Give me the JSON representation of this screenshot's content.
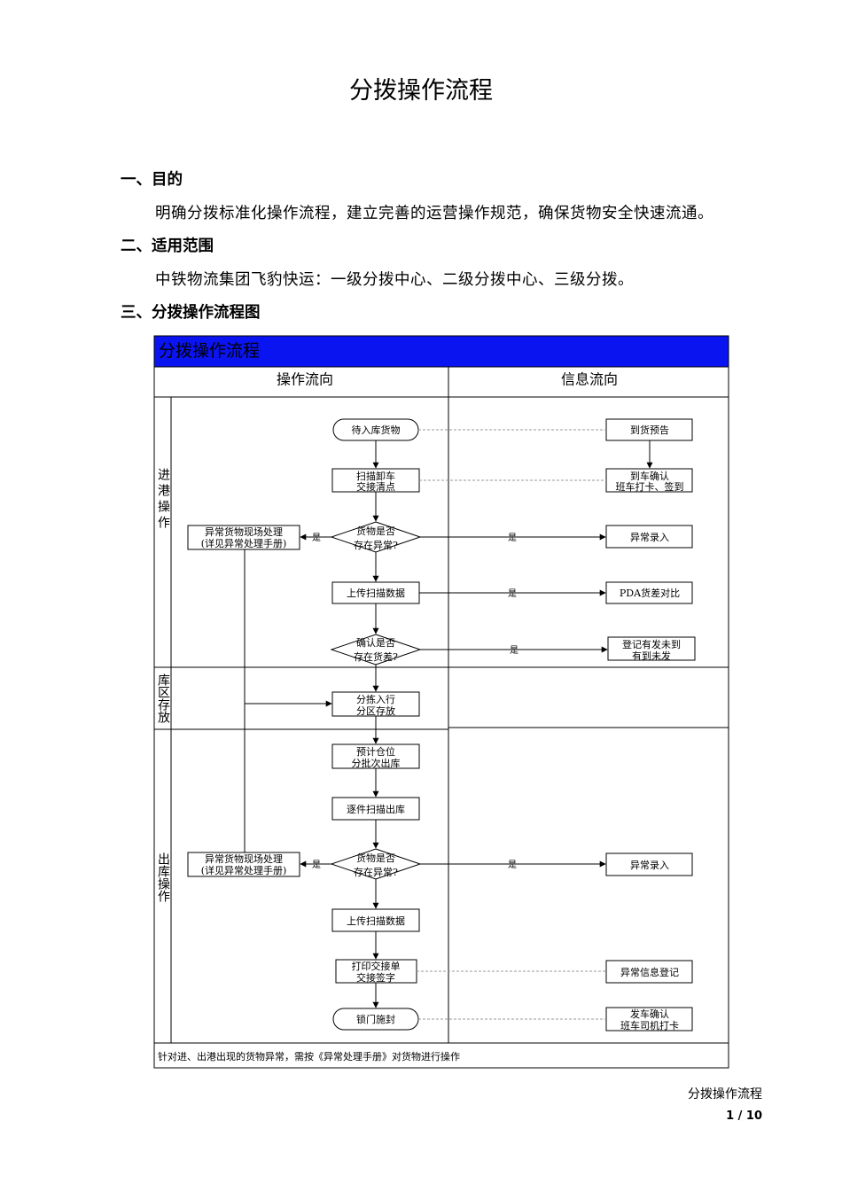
{
  "title": "分拨操作流程",
  "sections": [
    {
      "heading": "一、目的",
      "body": "明确分拨标准化操作流程，建立完善的运营操作规范，确保货物安全快速流通。"
    },
    {
      "heading": "二、适用范围",
      "body": "中铁物流集团飞豹快运：一级分拨中心、二级分拨中心、三级分拨。"
    },
    {
      "heading": "三、分拨操作流程图",
      "body": ""
    }
  ],
  "flowchart": {
    "banner": "分拨操作流程",
    "banner_color": "#0A14F0",
    "col_operation": "操作流向",
    "col_info": "信息流向",
    "lanes": {
      "inbound": "进港操作",
      "storage": "库区存放",
      "outbound": "出库操作"
    },
    "nodes": {
      "pending_goods": "待入库货物",
      "scan_unload_1": "扫描卸车",
      "scan_unload_2": "交接清点",
      "check_abnormal_in_1": "货物是否",
      "check_abnormal_in_2": "存在异常?",
      "upload_scan_in": "上传扫描数据",
      "check_diff_1": "确认是否",
      "check_diff_2": "存在货差?",
      "exception_in_1": "异常货物现场处理",
      "exception_in_2": "(详见异常处理手册)",
      "sort_store_1": "分拣入行",
      "sort_store_2": "分区存放",
      "plan_out_1": "预计仓位",
      "plan_out_2": "分批次出库",
      "scan_out": "逐件扫描出库",
      "check_abnormal_out_1": "货物是否",
      "check_abnormal_out_2": "存在异常?",
      "exception_out_1": "异常货物现场处理",
      "exception_out_2": "(详见异常处理手册)",
      "upload_scan_out": "上传扫描数据",
      "print_handover_1": "打印交接单",
      "print_handover_2": "交接签字",
      "lock_seal": "锁门施封",
      "arrival_notice": "到货预告",
      "arrival_confirm_1": "到车确认",
      "arrival_confirm_2": "班车打卡、签到",
      "exception_entry_in": "异常录入",
      "pda_compare": "PDA货差对比",
      "register_diff_1": "登记有发未到",
      "register_diff_2": "有到未发",
      "exception_entry_out": "异常录入",
      "exception_register": "异常信息登记",
      "depart_confirm_1": "发车确认",
      "depart_confirm_2": "班车司机打卡"
    },
    "yes": "是",
    "note": "针对进、出港出现的货物异常，需按《异常处理手册》对货物进行操作"
  },
  "footer": {
    "label": "分拨操作流程",
    "page": "1 / 10"
  }
}
